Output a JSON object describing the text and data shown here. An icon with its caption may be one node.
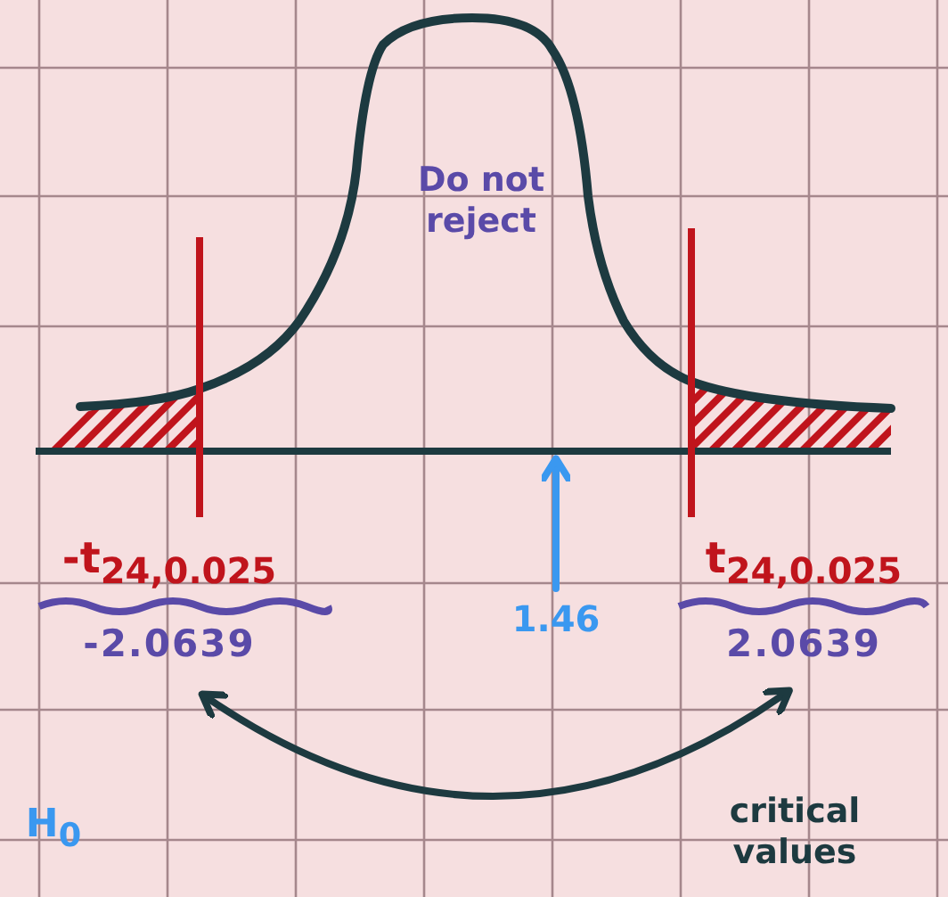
{
  "diagram": {
    "nodes": [
      {
        "text": [
          "-t$_{24,0.025}$",
          "-2.0639"
        ]
      },
      {
        "text": [
          "t$_{24,0.025}$",
          "2.0639"
        ]
      },
      {
        "text": [
          "1.46"
        ]
      }
    ],
    "edges": [
      {
        "from": 0,
        "to": 1,
        "arrow": "both"
      },
      {
        "from": 2,
        "to": null,
        "arrow": "to",
        "color": "#3a98f0"
      }
    ],
    "labels": [
      "Do not reject",
      "H$_{0}$",
      "critical values"
    ]
  }
}
